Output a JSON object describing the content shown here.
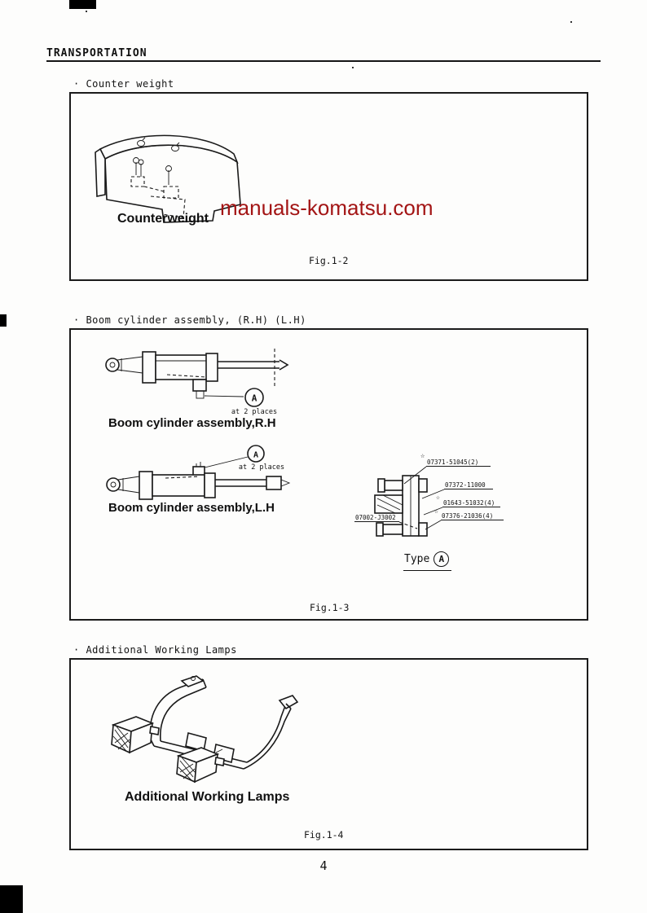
{
  "page": {
    "header_title": "TRANSPORTATION",
    "page_number": "4",
    "watermark_text": "manuals-komatsu.com",
    "watermark_color": "#a31515"
  },
  "counterweight_section": {
    "heading": "· Counter weight",
    "part_label": "Counterweight",
    "figure_caption": "Fig.1-2"
  },
  "boom_section": {
    "heading": "· Boom cylinder assembly, (R.H) (L.H)",
    "rh_label": "Boom cylinder assembly,R.H",
    "lh_label": "Boom cylinder assembly,L.H",
    "callout_letter": "A",
    "callout_note": "at 2 places",
    "type_label": "Type",
    "star_mark": "☆",
    "part_numbers": {
      "pn1": "07371-51045(2)",
      "pn2": "07372-11000",
      "pn3": "01643-51032(4)",
      "pn4": "07376-21036(4)",
      "pn5": "07002-J3002"
    },
    "figure_caption": "Fig.1-3"
  },
  "lamps_section": {
    "heading": "· Additional Working Lamps",
    "part_label": "Additional Working Lamps",
    "figure_caption": "Fig.1-4"
  }
}
